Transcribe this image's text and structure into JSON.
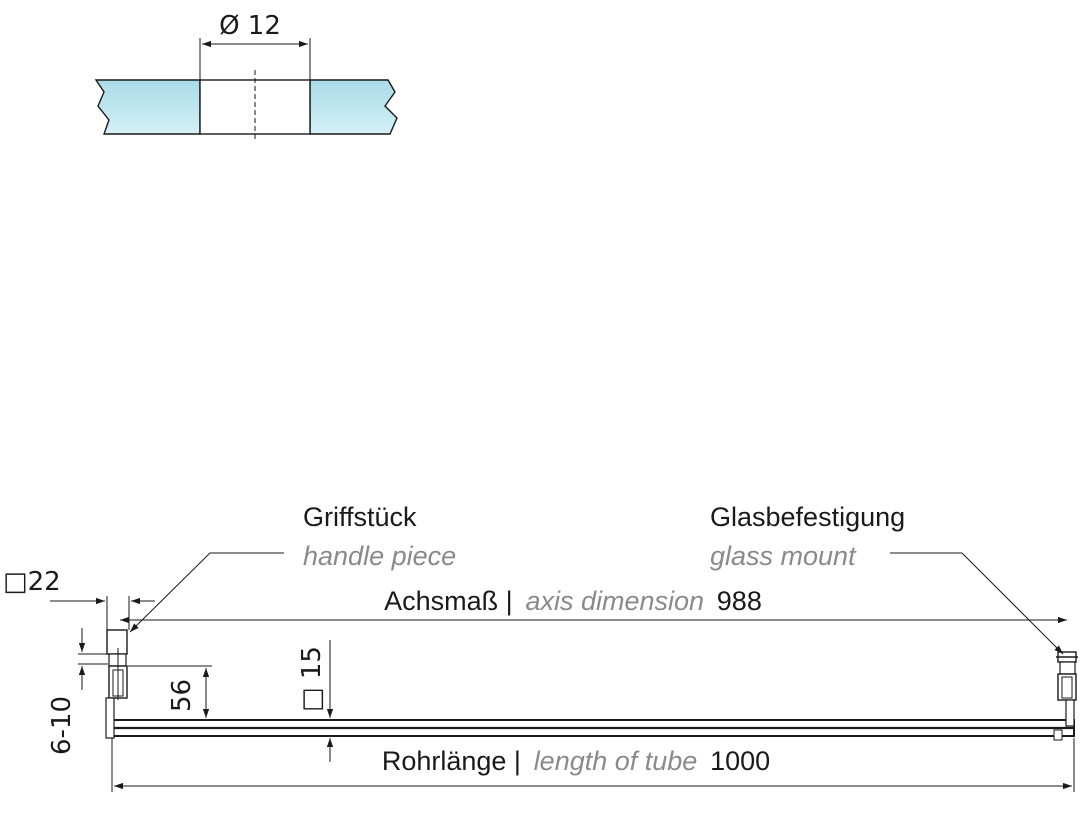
{
  "top_detail": {
    "hole_diameter_label": "Ø 12",
    "glass_color_top": "#a9dbe8",
    "glass_color_bottom": "#cdeef5"
  },
  "labels": {
    "handle_piece_de": "Griffstück",
    "handle_piece_en": "handle piece",
    "glass_mount_de": "Glasbefestigung",
    "glass_mount_en": "glass mount",
    "axis_dimension_de": "Achsmaß |",
    "axis_dimension_en": "axis dimension",
    "axis_dimension_value": "988",
    "tube_length_de": "Rohrlänge |",
    "tube_length_en": "length of tube",
    "tube_length_value": "1000"
  },
  "dimensions": {
    "square_22": "□22",
    "height_56": "56",
    "square_15": "□ 15",
    "glass_thickness": "6-10"
  }
}
